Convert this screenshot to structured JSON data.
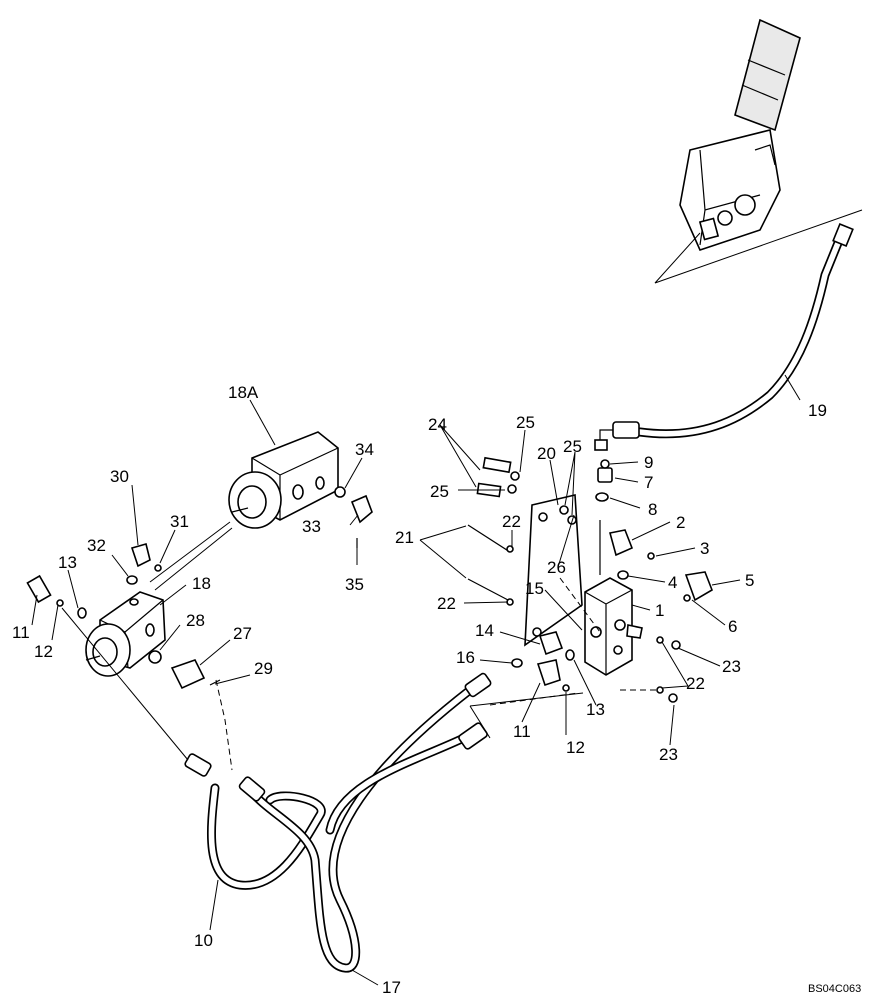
{
  "diagram": {
    "drawing_code": "BS04C063",
    "callouts": {
      "c1": "1",
      "c2": "2",
      "c3": "3",
      "c4": "4",
      "c5": "5",
      "c6": "6",
      "c7": "7",
      "c8": "8",
      "c9": "9",
      "c10": "10",
      "c11a": "11",
      "c11b": "11",
      "c12a": "12",
      "c12b": "12",
      "c13a": "13",
      "c13b": "13",
      "c14": "14",
      "c15": "15",
      "c16": "16",
      "c17": "17",
      "c18": "18",
      "c18a": "18A",
      "c19": "19",
      "c20": "20",
      "c21": "21",
      "c22a": "22",
      "c22b": "22",
      "c22c": "22",
      "c23a": "23",
      "c23b": "23",
      "c24": "24",
      "c25a": "25",
      "c25b": "25",
      "c25c": "25",
      "c26": "26",
      "c27": "27",
      "c28": "28",
      "c29": "29",
      "c30": "30",
      "c31": "31",
      "c32": "32",
      "c33": "33",
      "c34": "34",
      "c35": "35"
    }
  }
}
